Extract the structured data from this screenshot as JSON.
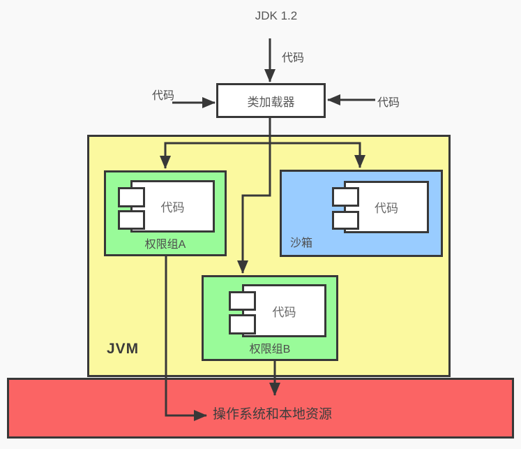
{
  "diagram": {
    "title": "JDK 1.2",
    "top_arrow_label": "代码",
    "left_arrow_label": "代码",
    "right_arrow_label": "代码",
    "class_loader_label": "类加载器",
    "jvm_label": "JVM",
    "group_a": {
      "label": "权限组A",
      "code_label": "代码"
    },
    "sandbox": {
      "label": "沙箱",
      "code_label": "代码"
    },
    "group_b": {
      "label": "权限组B",
      "code_label": "代码"
    },
    "os_bar_label": "操作系统和本地资源"
  },
  "colors": {
    "yellow": "#FBF99F",
    "green": "#99FB99",
    "blue": "#99CCFF",
    "red": "#FB6464",
    "border": "#383838",
    "bg": "#F9F9F9",
    "white": "#FFFFFF"
  }
}
